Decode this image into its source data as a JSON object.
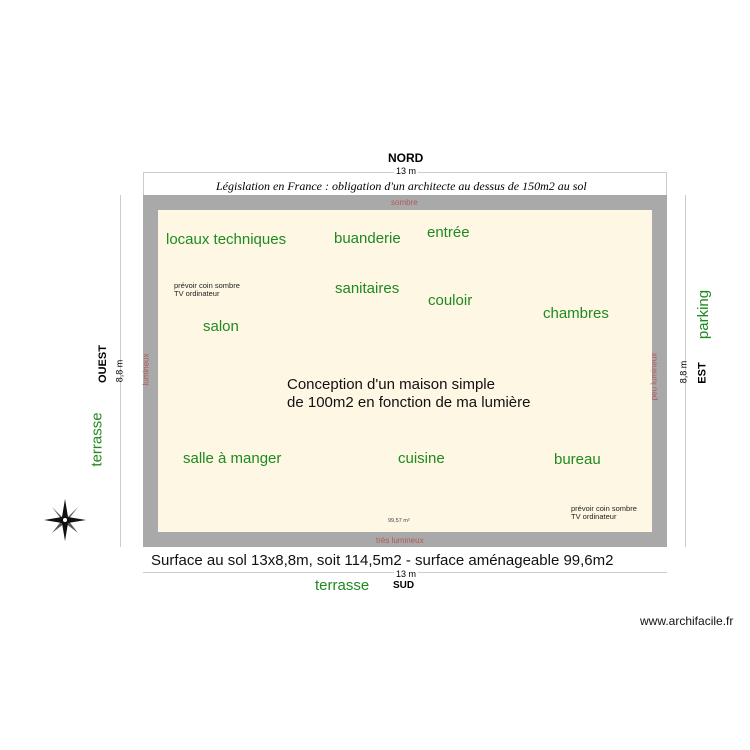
{
  "orientation": {
    "north": "NORD",
    "south": "SUD",
    "west": "OUEST",
    "east": "EST"
  },
  "dimensions": {
    "top": "13 m",
    "bottom": "13 m",
    "left": "8,8 m",
    "right": "8,8 m"
  },
  "legislation_note": "Législation en France : obligation d'un architecte au dessus de 150m2  au sol",
  "light_labels": {
    "north": "sombre",
    "south": "très lumineux",
    "west": "lumineux",
    "east": "peu lumineux"
  },
  "rooms": [
    "locaux techniques",
    "buanderie",
    "entrée",
    "sanitaires",
    "couloir",
    "chambres",
    "salon",
    "salle à manger",
    "cuisine",
    "bureau"
  ],
  "notes": {
    "dark_corner_1": "prévoir coin sombre\nTV ordinateur",
    "dark_corner_2": "prévoir coin sombre\nTV ordinateur",
    "area": "99,57 m²"
  },
  "center_text": {
    "line1": "Conception d'un maison simple",
    "line2": "de 100m2 en fonction de ma lumière"
  },
  "surface_text": "Surface au sol 13x8,8m, soit 114,5m2 - surface aménageable  99,6m2",
  "outside": {
    "south": "terrasse",
    "west": "terrasse",
    "east": "parking"
  },
  "watermark": "www.archifacile.fr"
}
